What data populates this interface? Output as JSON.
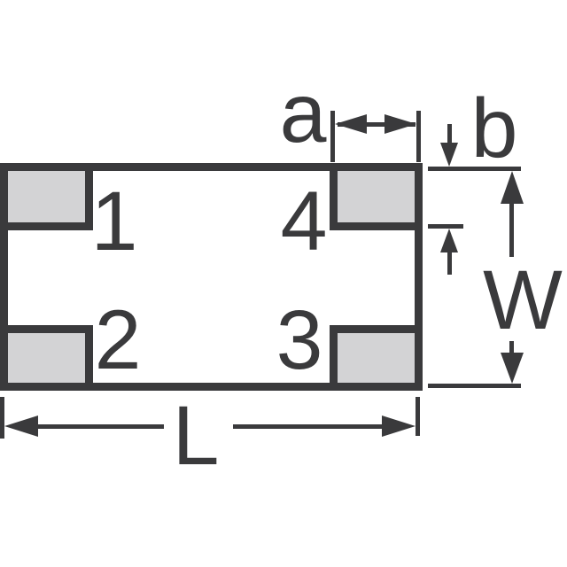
{
  "pins": [
    {
      "number": "1",
      "position": "top-left"
    },
    {
      "number": "2",
      "position": "bottom-left"
    },
    {
      "number": "3",
      "position": "bottom-right"
    },
    {
      "number": "4",
      "position": "top-right"
    }
  ],
  "dimension_labels": {
    "a": "a",
    "b": "b",
    "W": "W",
    "L": "L"
  },
  "colors": {
    "line": "#3a3a3c",
    "pad_fill": "#d3d3d5",
    "background": "#ffffff"
  }
}
